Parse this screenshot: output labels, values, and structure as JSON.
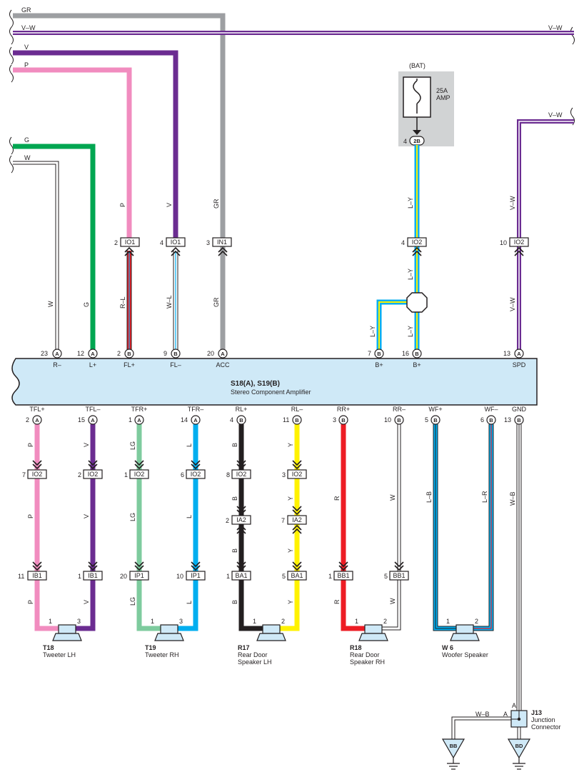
{
  "colors": {
    "GR": "#9d9fa2",
    "V-W": "#6b2c91",
    "V": "#6b2c91",
    "P": "#f18cbf",
    "G": "#00a651",
    "W": "#ffffff",
    "R-L": "#ed1c24",
    "W-L": "#ffffff",
    "L-Y": "#00aeef",
    "LG": "#7ecb9e",
    "L": "#00aeef",
    "B": "#231f20",
    "Y": "#fff200",
    "R": "#ed1c24",
    "L-B": "#00aeef",
    "L-R": "#00aeef",
    "W-B": "#ffffff",
    "amp_fill": "#cfe9f7",
    "fuse_bg": "#d1d3d4"
  },
  "top_wires": {
    "gr": "GR",
    "vw_left": "V–W",
    "vw_right": "V–W",
    "v": "V",
    "p": "P",
    "g": "G",
    "w": "W",
    "vw_spd": "V–W"
  },
  "battery": {
    "title": "(BAT)",
    "fuse_rating": "25A",
    "fuse_unit": "AMP",
    "conn_pin": "4",
    "conn": "2B"
  },
  "vertical_wire_labels": {
    "p": "P",
    "v": "V",
    "gr_top": "GR",
    "ly_top": "L–Y",
    "vw_top": "V–W",
    "w": "W",
    "g": "G",
    "rl": "R–L",
    "wl": "W–L",
    "gr_bottom": "GR",
    "ly_mid": "L–Y",
    "ly_left": "L–Y",
    "ly_right": "L–Y",
    "vw_bottom": "V–W"
  },
  "mid_connectors": [
    {
      "pin": "2",
      "name": "IO1"
    },
    {
      "pin": "4",
      "name": "IO1"
    },
    {
      "pin": "3",
      "name": "IN1"
    },
    {
      "pin": "4",
      "name": "IO2"
    },
    {
      "pin": "10",
      "name": "IO2"
    }
  ],
  "amp_top_pins": [
    {
      "pin": "23",
      "c": "A",
      "label": "R–"
    },
    {
      "pin": "12",
      "c": "A",
      "label": "L+"
    },
    {
      "pin": "2",
      "c": "B",
      "label": "FL+"
    },
    {
      "pin": "9",
      "c": "B",
      "label": "FL–"
    },
    {
      "pin": "20",
      "c": "A",
      "label": "ACC"
    },
    {
      "pin": "7",
      "c": "B",
      "label": "B+"
    },
    {
      "pin": "16",
      "c": "B",
      "label": "B+"
    },
    {
      "pin": "13",
      "c": "A",
      "label": "SPD"
    }
  ],
  "amplifier": {
    "title": "S18(A), S19(B)",
    "subtitle": "Stereo Component Amplifier"
  },
  "amp_bottom_pins": [
    {
      "label": "TFL+",
      "pin": "2",
      "c": "A"
    },
    {
      "label": "TFL–",
      "pin": "15",
      "c": "A"
    },
    {
      "label": "TFR+",
      "pin": "1",
      "c": "A"
    },
    {
      "label": "TFR–",
      "pin": "14",
      "c": "A"
    },
    {
      "label": "RL+",
      "pin": "4",
      "c": "B"
    },
    {
      "label": "RL–",
      "pin": "11",
      "c": "B"
    },
    {
      "label": "RR+",
      "pin": "3",
      "c": "B"
    },
    {
      "label": "RR–",
      "pin": "10",
      "c": "B"
    },
    {
      "label": "WF+",
      "pin": "5",
      "c": "B"
    },
    {
      "label": "WF–",
      "pin": "6",
      "c": "B"
    },
    {
      "label": "GND",
      "pin": "13",
      "c": "B"
    }
  ],
  "bottom_wire_labels": [
    "P",
    "V",
    "LG",
    "L",
    "B",
    "Y",
    "R",
    "W",
    "L–B",
    "L–R",
    "W–B"
  ],
  "bottom_conn_row1": [
    {
      "pin": "7",
      "name": "IO2"
    },
    {
      "pin": "2",
      "name": "IO2"
    },
    {
      "pin": "1",
      "name": "IO2"
    },
    {
      "pin": "6",
      "name": "IO2"
    },
    {
      "pin": "8",
      "name": "IO2"
    },
    {
      "pin": "3",
      "name": "IO2"
    }
  ],
  "bottom_conn_row2": [
    {
      "pin": "2",
      "name": "IA2"
    },
    {
      "pin": "7",
      "name": "IA2"
    }
  ],
  "bottom_conn_row3": [
    {
      "pin": "11",
      "name": "IB1"
    },
    {
      "pin": "1",
      "name": "IB1"
    },
    {
      "pin": "20",
      "name": "IP1"
    },
    {
      "pin": "10",
      "name": "IP1"
    },
    {
      "pin": "1",
      "name": "BA1"
    },
    {
      "pin": "5",
      "name": "BA1"
    },
    {
      "pin": "1",
      "name": "BB1"
    },
    {
      "pin": "5",
      "name": "BB1"
    }
  ],
  "speakers": [
    {
      "pin1": "1",
      "pin2": "3",
      "code": "T18",
      "desc": [
        "Tweeter LH"
      ]
    },
    {
      "pin1": "1",
      "pin2": "3",
      "code": "T19",
      "desc": [
        "Tweeter RH"
      ]
    },
    {
      "pin1": "1",
      "pin2": "2",
      "code": "R17",
      "desc": [
        "Rear Door",
        "Speaker LH"
      ]
    },
    {
      "pin1": "1",
      "pin2": "2",
      "code": "R18",
      "desc": [
        "Rear Door",
        "Speaker RH"
      ]
    },
    {
      "pin1": "1",
      "pin2": "2",
      "code": "W 6",
      "desc": [
        "Woofer Speaker"
      ]
    }
  ],
  "junction": {
    "code": "J13",
    "desc": [
      "Junction",
      "Connector"
    ],
    "pin_top": "A",
    "pin_left": "A",
    "wire_label": "W–B",
    "ground_left": "BB",
    "ground_right": "BD"
  }
}
